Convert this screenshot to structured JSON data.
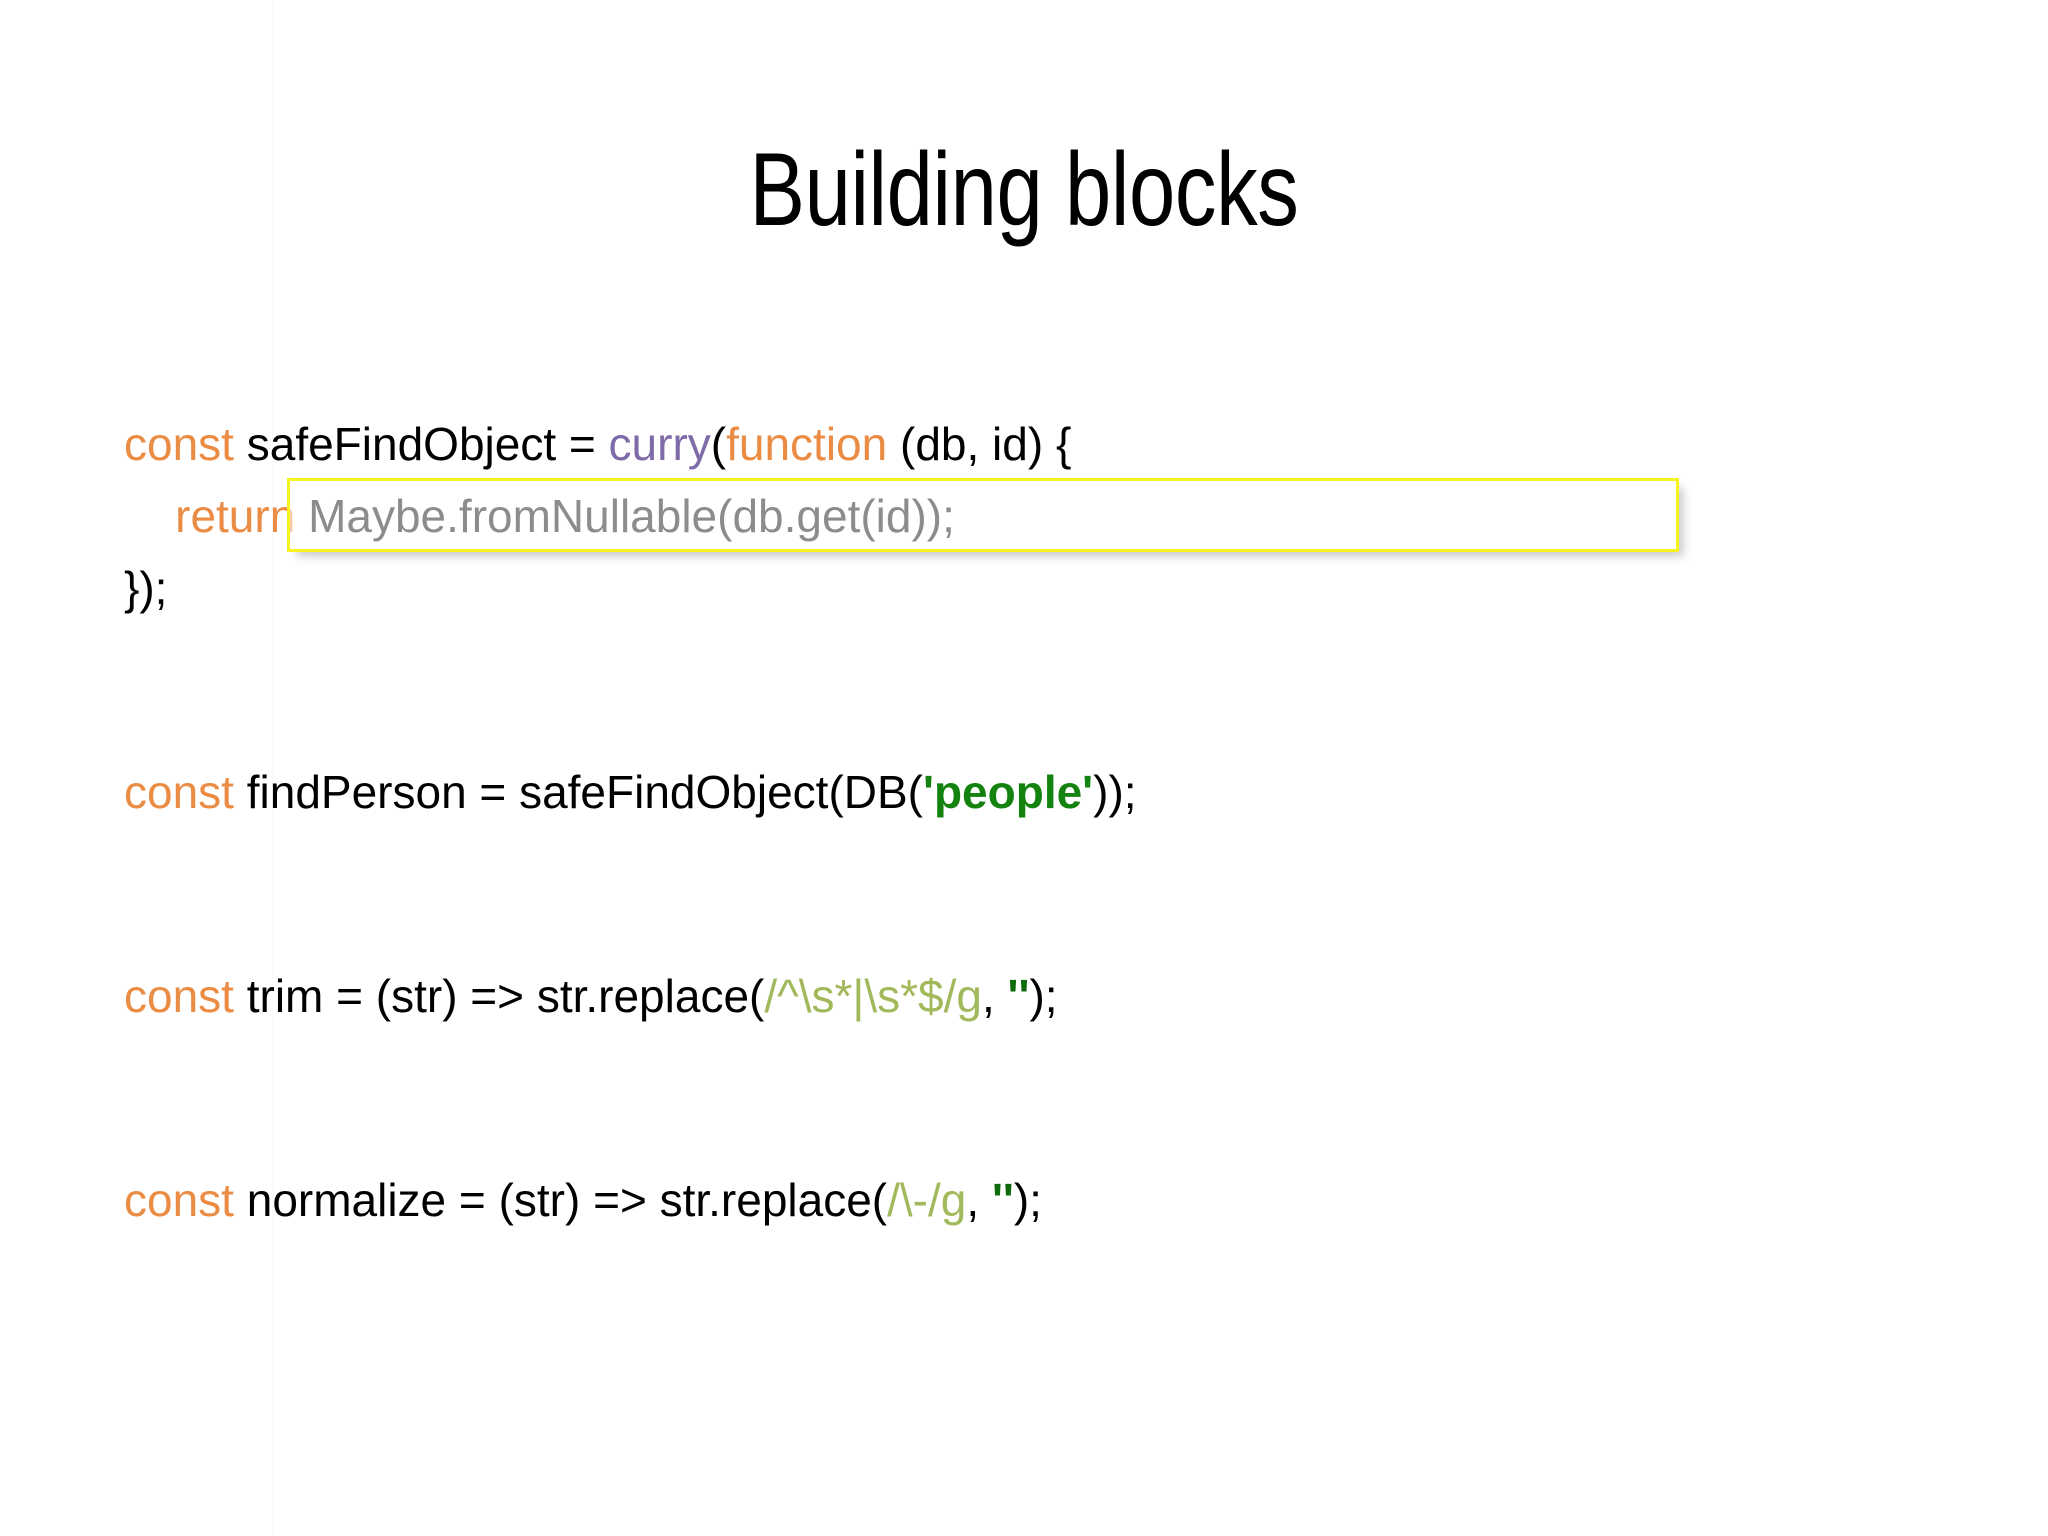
{
  "slide": {
    "title": "Building blocks",
    "background_color": "#ffffff"
  },
  "colors": {
    "keyword_orange": "#EB8C44",
    "function_purple": "#7E6BA8",
    "string_green": "#13820F",
    "regex_olive": "#A2B95B",
    "highlight_border_yellow": "#F6F321",
    "text_black": "#000000"
  },
  "code": {
    "blocks": [
      {
        "id": "safe-find-object",
        "lines": [
          {
            "indent": 0,
            "tokens": [
              {
                "text": "const",
                "type": "keyword"
              },
              {
                "text": " safeFindObject = ",
                "type": "plain"
              },
              {
                "text": "curry",
                "type": "func"
              },
              {
                "text": "(",
                "type": "plain"
              },
              {
                "text": "function",
                "type": "keyword"
              },
              {
                "text": " (db, id) {",
                "type": "plain"
              }
            ]
          },
          {
            "indent": 1,
            "highlighted": true,
            "tokens": [
              {
                "text": "return",
                "type": "keyword"
              },
              {
                "text": " Maybe.fromNullable(db.get(id));",
                "type": "plain"
              }
            ]
          },
          {
            "indent": 0,
            "tokens": [
              {
                "text": "});",
                "type": "plain"
              }
            ]
          }
        ]
      },
      {
        "id": "find-person",
        "lines": [
          {
            "indent": 0,
            "tokens": [
              {
                "text": "const",
                "type": "keyword"
              },
              {
                "text": " findPerson = safeFindObject(DB(",
                "type": "plain"
              },
              {
                "text": "'people'",
                "type": "string"
              },
              {
                "text": "));",
                "type": "plain"
              }
            ]
          }
        ]
      },
      {
        "id": "trim",
        "lines": [
          {
            "indent": 0,
            "tokens": [
              {
                "text": "const",
                "type": "keyword"
              },
              {
                "text": " trim = (str) => str.replace(",
                "type": "plain"
              },
              {
                "text": "/^\\s*|\\s*$/g",
                "type": "regex"
              },
              {
                "text": ", ",
                "type": "plain"
              },
              {
                "text": "''",
                "type": "quote"
              },
              {
                "text": ");",
                "type": "plain"
              }
            ]
          }
        ]
      },
      {
        "id": "normalize",
        "lines": [
          {
            "indent": 0,
            "tokens": [
              {
                "text": "const",
                "type": "keyword"
              },
              {
                "text": " normalize = (str) => str.replace(",
                "type": "plain"
              },
              {
                "text": "/\\-/g",
                "type": "regex"
              },
              {
                "text": ", ",
                "type": "plain"
              },
              {
                "text": "''",
                "type": "quote"
              },
              {
                "text": ");",
                "type": "plain"
              }
            ]
          }
        ]
      }
    ],
    "highlight": {
      "label": "return-line-highlight",
      "border_color": "#F6F321"
    }
  }
}
